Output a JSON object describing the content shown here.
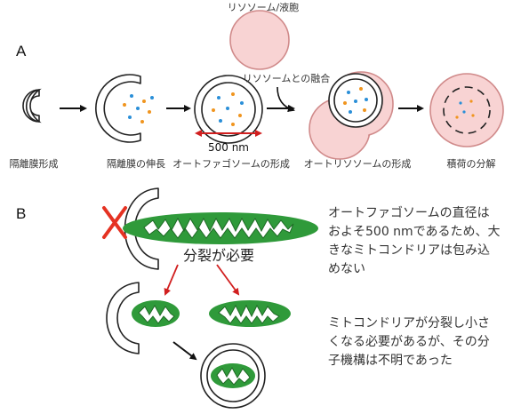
{
  "panel_a": {
    "label": "A",
    "stages": [
      {
        "label": "隔離膜形成"
      },
      {
        "label": "隔離膜の伸長"
      },
      {
        "label": "オートファゴソームの形成"
      },
      {
        "label": "オートリソソームの形成"
      },
      {
        "label": "積荷の分解"
      }
    ],
    "lysosome_label": "リソソーム/液胞",
    "fusion_label": "リソソームとの融合",
    "size_label": "500 nm"
  },
  "panel_b": {
    "label": "B",
    "division_label": "分裂が必要",
    "note_1": "オートファゴソームの直径は\nおよそ500  nmであるため、大\nきなミトコンドリアは包み込\nめない",
    "note_2": "ミトコンドリアが分裂し小さ\nくなる必要があるが、その分\n子機構は不明であった"
  },
  "colors": {
    "lysosome_fill": "#f8d3d3",
    "lysosome_stroke": "#d08a8a",
    "mitochondria": "#2f9a3a",
    "arrow_red": "#d11f1f",
    "cross_red": "#e53222",
    "cargo_blue": "#2a8fd8",
    "cargo_orange": "#f0951e"
  }
}
